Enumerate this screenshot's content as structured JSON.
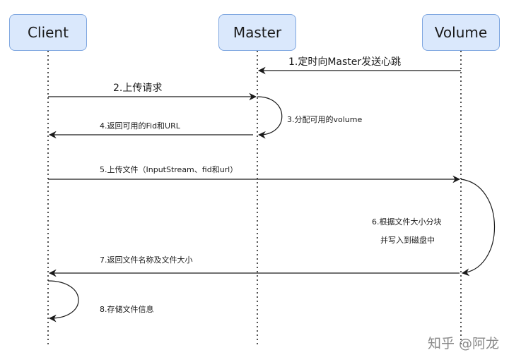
{
  "actors": {
    "client": "Client",
    "master": "Master",
    "volume": "Volume"
  },
  "messages": {
    "m1": "1.定时向Master发送心跳",
    "m2": "2.上传请求",
    "m3": "3.分配可用的volume",
    "m4": "4.返回可用的Fid和URL",
    "m5": "5.上传文件（InputStream、fid和url）",
    "m6_line1": "6.根据文件大小分块",
    "m6_line2": "并写入到磁盘中",
    "m7": "7.返回文件名称及文件大小",
    "m8": "8.存储文件信息"
  },
  "watermark": "知乎 @阿龙",
  "colors": {
    "actor_fill": "#dae8fc",
    "actor_border": "#7ea6e0",
    "line": "#1a1a1a",
    "watermark": "#8a8a8a"
  }
}
